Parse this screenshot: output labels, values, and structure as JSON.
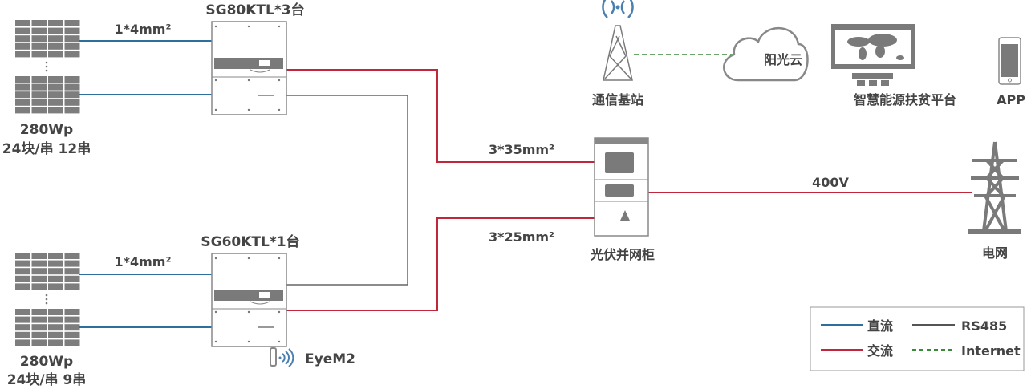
{
  "colors": {
    "dc": "#2e6f9e",
    "ac": "#c0273a",
    "rs485": "#666666",
    "internet": "#3a8a3a",
    "device": "#7a7a7a"
  },
  "arrays": [
    {
      "power": "280Wp",
      "config": "24块/串 12串",
      "cable": "1*4mm²"
    },
    {
      "power": "280Wp",
      "config": "24块/串 9串",
      "cable": "1*4mm²"
    }
  ],
  "inverters": [
    {
      "title": "SG80KTL*3台"
    },
    {
      "title": "SG60KTL*1台",
      "monitor": "EyeM2"
    }
  ],
  "ac_cables": [
    "3*35mm²",
    "3*25mm²"
  ],
  "cabinet": {
    "label": "光伏并网柜"
  },
  "grid": {
    "label": "电网",
    "voltage": "400V"
  },
  "comm": {
    "base_station": "通信基站",
    "cloud": "阳光云",
    "platform": "智慧能源扶贫平台",
    "app": "APP"
  },
  "legend": {
    "dc": "直流",
    "ac": "交流",
    "rs485": "RS485",
    "internet": "Internet"
  }
}
